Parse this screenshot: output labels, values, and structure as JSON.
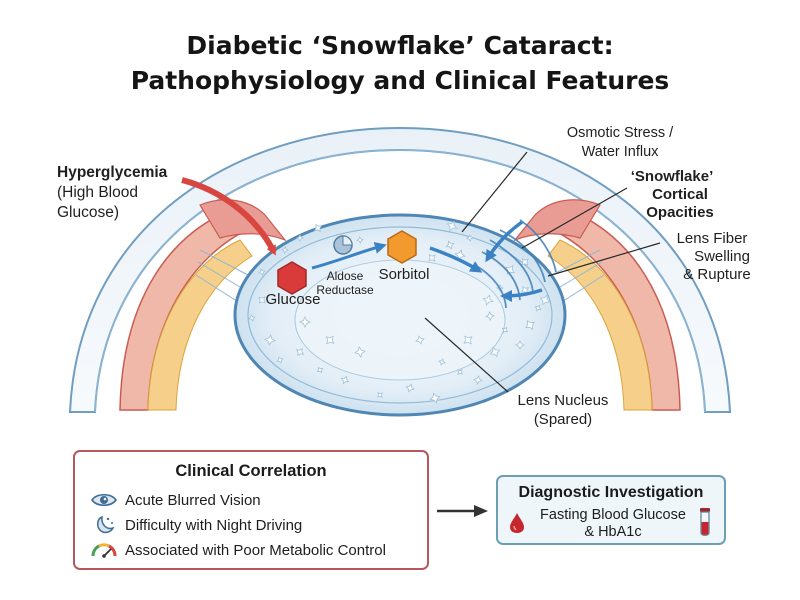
{
  "title": {
    "line1": "Diabetic ‘Snowflake’ Cataract:",
    "line2": "Pathophysiology and Clinical Features"
  },
  "labels": {
    "hyperglycemia_bold": "Hyperglycemia",
    "hyperglycemia_line2": "(High Blood",
    "hyperglycemia_line3": "Glucose)",
    "glucose": "Glucose",
    "aldose_line1": "Aldose",
    "aldose_line2": "Reductase",
    "sorbitol": "Sorbitol",
    "osmotic_line1": "Osmotic Stress /",
    "osmotic_line2": "Water Influx",
    "snowflake_line1": "‘Snowflake’",
    "snowflake_line2": "Cortical",
    "snowflake_line3": "Opacities",
    "fiber_line1": "Lens Fiber",
    "fiber_line2": "Swelling",
    "fiber_line3": "& Rupture",
    "nucleus_line1": "Lens Nucleus",
    "nucleus_line2": "(Spared)"
  },
  "clinical": {
    "title": "Clinical Correlation",
    "items": [
      {
        "icon": "eye-icon",
        "text": "Acute Blurred Vision"
      },
      {
        "icon": "moon-stars-icon",
        "text": "Difficulty with Night Driving"
      },
      {
        "icon": "gauge-icon",
        "text": "Associated with Poor Metabolic Control"
      }
    ]
  },
  "diagnostic": {
    "title": "Diagnostic Investigation",
    "line1": "Fasting Blood Glucose",
    "line2": "& HbA1c"
  },
  "colors": {
    "red_arrow": "#d9453f",
    "blue_arrow": "#3b82c4",
    "glucose_hex": "#d93b3b",
    "sorbitol_hex": "#f29a2e",
    "lens_fill": "#dceaf4",
    "clinical_border": "#b5585d",
    "diagnostic_border": "#6c9fb3"
  }
}
